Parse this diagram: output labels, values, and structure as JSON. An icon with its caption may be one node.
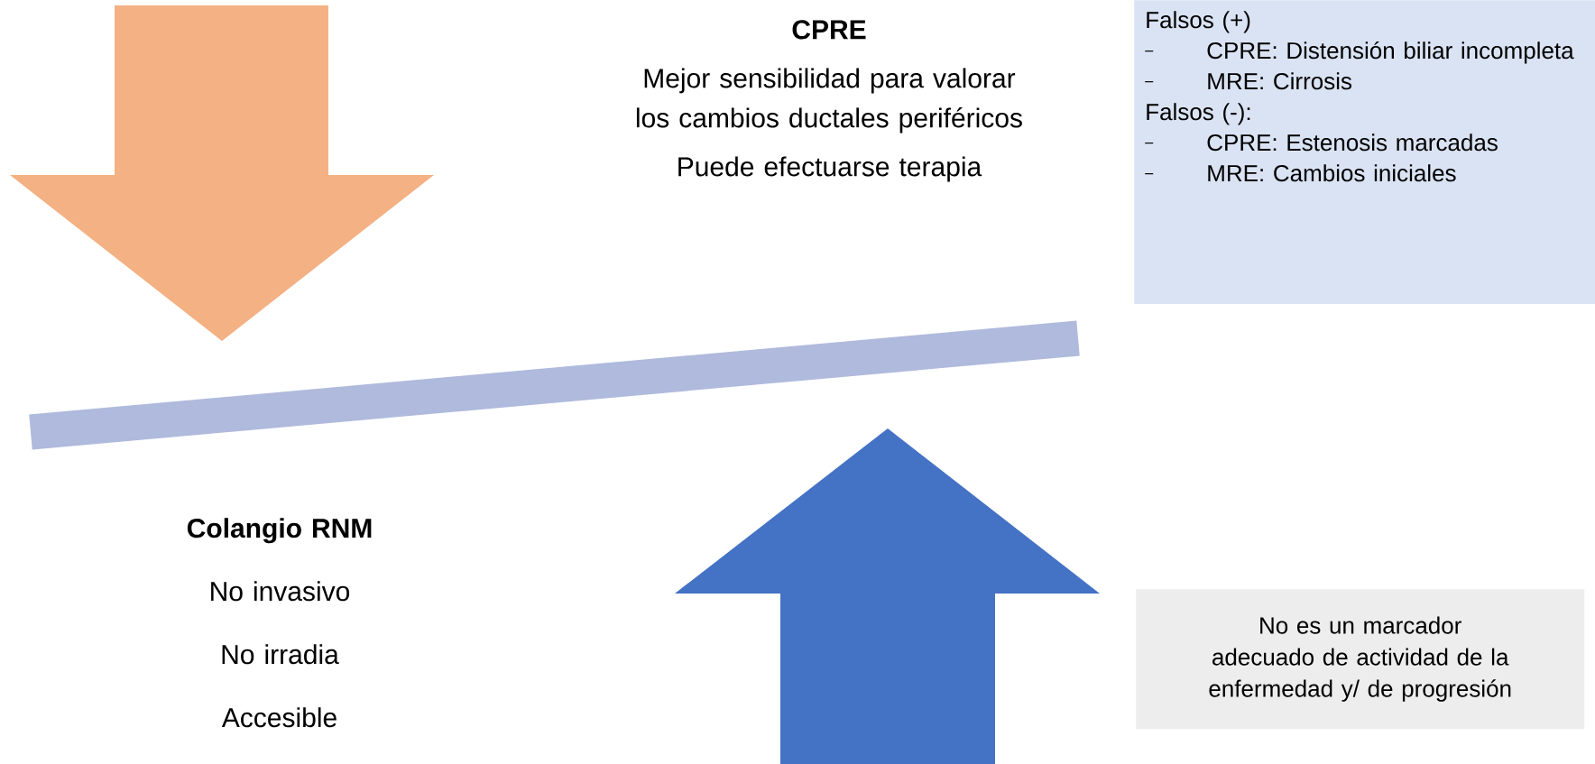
{
  "diagram": {
    "nodes": [
      {
        "text": [
          "CPRE",
          "Mejor sensibilidad para valorar los cambios ductales periféricos",
          "Puede efectuarse terapia"
        ]
      },
      {
        "text": [
          "Falsos (+)",
          "CPRE: Distensión biliar incompleta",
          "MRE: Cirrosis",
          "Falsos (-):",
          "CPRE: Estenosis marcadas",
          "MRE: Cambios iniciales"
        ]
      },
      {
        "text": [
          "Colangio RNM",
          "No invasivo",
          "No irradia",
          "Accesible"
        ]
      },
      {
        "text": [
          "No es un marcador adecuado de actividad de la enfermedad y/ de progresión"
        ]
      }
    ]
  }
}
